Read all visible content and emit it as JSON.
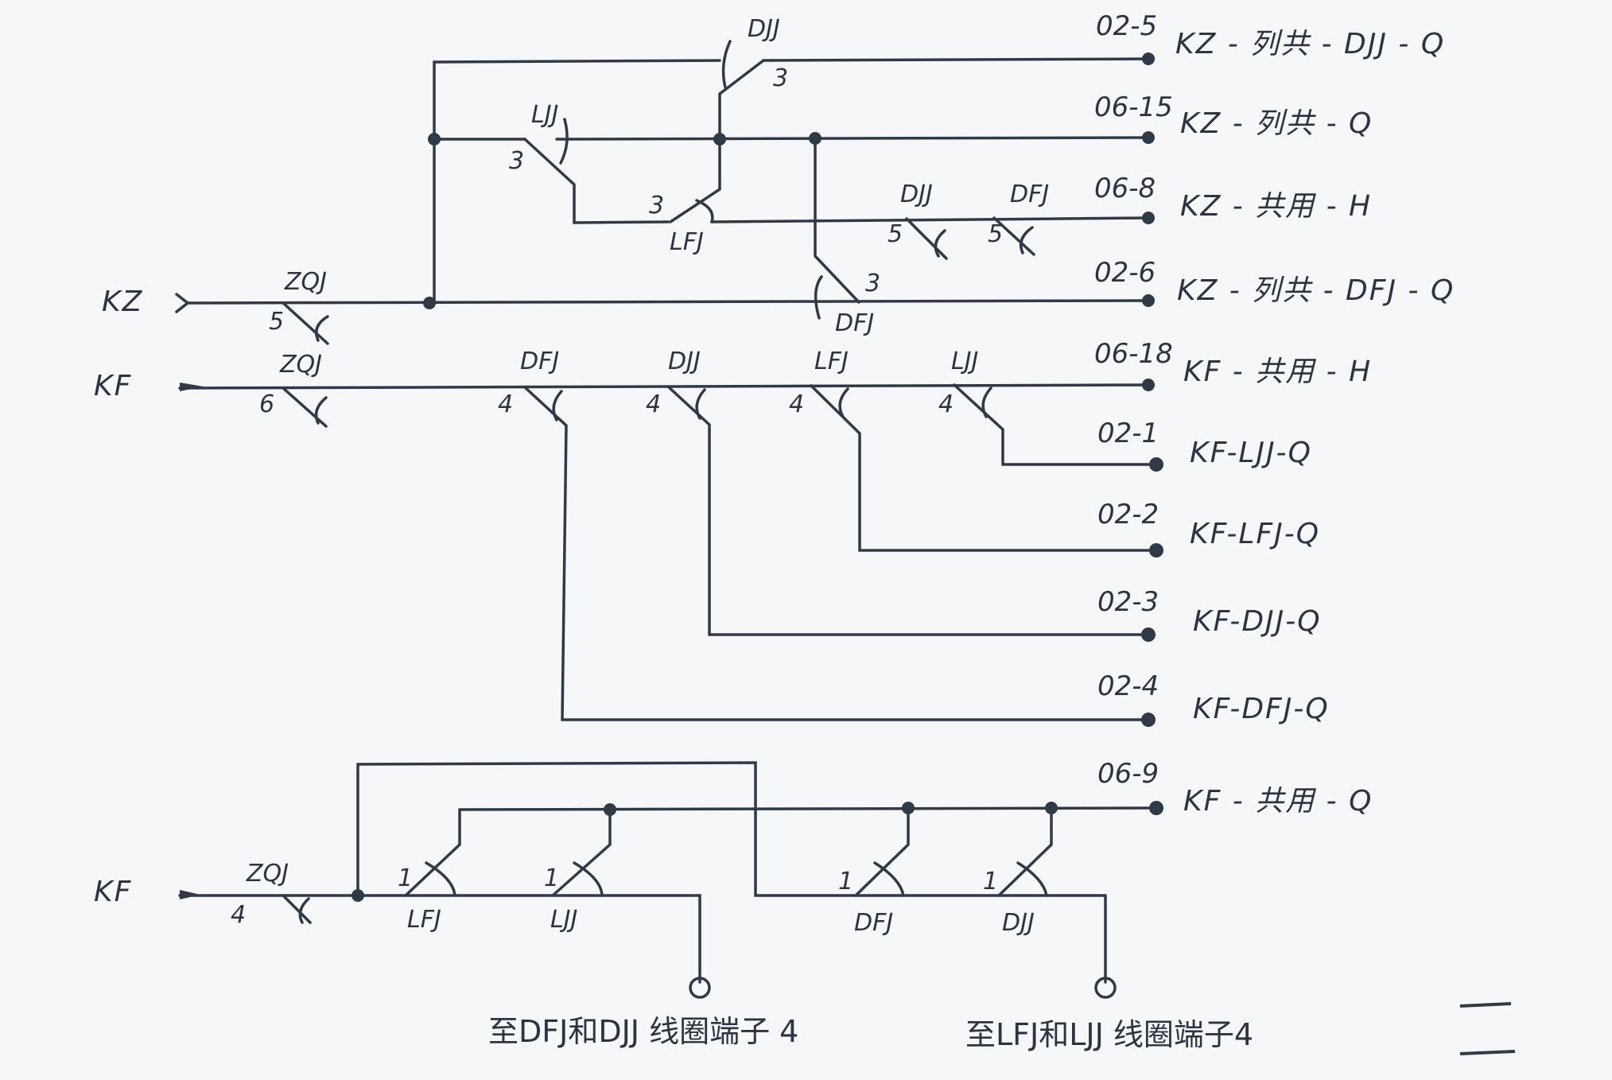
{
  "diagram": {
    "type": "relay-circuit-schematic",
    "colors": {
      "wire": "#2f3a46",
      "text": "#2b3440",
      "background": "#f5f7f9"
    },
    "inputs": {
      "kz_top": "KZ",
      "kf_mid": "KF",
      "kf_bottom": "KF"
    },
    "outputs": [
      {
        "terminal": "02-5",
        "label": "KZ - 列共 - DJJ - Q"
      },
      {
        "terminal": "06-15",
        "label": "KZ - 列共 - Q"
      },
      {
        "terminal": "06-8",
        "label": "KZ - 共用 - H"
      },
      {
        "terminal": "02-6",
        "label": "KZ - 列共 - DFJ - Q"
      },
      {
        "terminal": "06-18",
        "label": "KF - 共用 - H"
      },
      {
        "terminal": "02-1",
        "label": "KF-LJJ-Q"
      },
      {
        "terminal": "02-2",
        "label": "KF-LFJ-Q"
      },
      {
        "terminal": "02-3",
        "label": "KF-DJJ-Q"
      },
      {
        "terminal": "02-4",
        "label": "KF-DFJ-Q"
      },
      {
        "terminal": "06-9",
        "label": "KF - 共用 - Q"
      }
    ],
    "contacts": [
      {
        "relay": "DJJ",
        "pin": "3",
        "location": "top"
      },
      {
        "relay": "LJJ",
        "pin": "3",
        "location": "06-15 branch"
      },
      {
        "relay": "LFJ",
        "pin": "3",
        "location": "06-8 branch"
      },
      {
        "relay": "DJJ",
        "pin": "5",
        "location": "06-8 line"
      },
      {
        "relay": "DFJ",
        "pin": "5",
        "location": "06-8 line"
      },
      {
        "relay": "DFJ",
        "pin": "3",
        "location": "02-6 line"
      },
      {
        "relay": "ZQJ",
        "pin": "5",
        "location": "KZ input"
      },
      {
        "relay": "ZQJ",
        "pin": "6",
        "location": "KF input"
      },
      {
        "relay": "DFJ",
        "pin": "4",
        "location": "KF line"
      },
      {
        "relay": "DJJ",
        "pin": "4",
        "location": "KF line"
      },
      {
        "relay": "LFJ",
        "pin": "4",
        "location": "KF line"
      },
      {
        "relay": "LJJ",
        "pin": "4",
        "location": "KF line"
      },
      {
        "relay": "ZQJ",
        "pin": "4",
        "location": "bottom KF"
      },
      {
        "relay": "LFJ",
        "pin": "1",
        "location": "bottom"
      },
      {
        "relay": "LJJ",
        "pin": "1",
        "location": "bottom"
      },
      {
        "relay": "DFJ",
        "pin": "1",
        "location": "bottom"
      },
      {
        "relay": "DJJ",
        "pin": "1",
        "location": "bottom"
      }
    ],
    "caption": {
      "left": "至DFJ和DJJ 线圈端子 4",
      "right": "至LFJ和LJJ 线圈端子4"
    }
  }
}
